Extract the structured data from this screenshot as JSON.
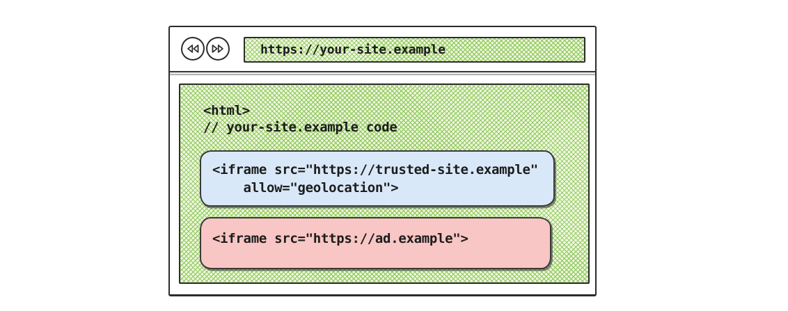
{
  "browser": {
    "toolbar": {
      "back_button": {
        "icon": "double-triangle-left"
      },
      "forward_button": {
        "icon": "double-triangle-right"
      },
      "address_bar": {
        "url": "https://your-site.example"
      }
    },
    "page": {
      "code_lines": [
        "<html>",
        "// your-site.example code"
      ],
      "trusted_iframe": {
        "lines": [
          "<iframe src=\"https://trusted-site.example\"",
          "    allow=\"geolocation\">"
        ]
      },
      "ad_iframe": {
        "lines": [
          "<iframe src=\"https://ad.example\">"
        ]
      }
    }
  },
  "colors": {
    "site_hatch_green": "#aed581",
    "trusted_iframe_blue": "#d9e8f8",
    "ad_iframe_red": "#f8c6c4",
    "ink": "#2b2b2b"
  }
}
